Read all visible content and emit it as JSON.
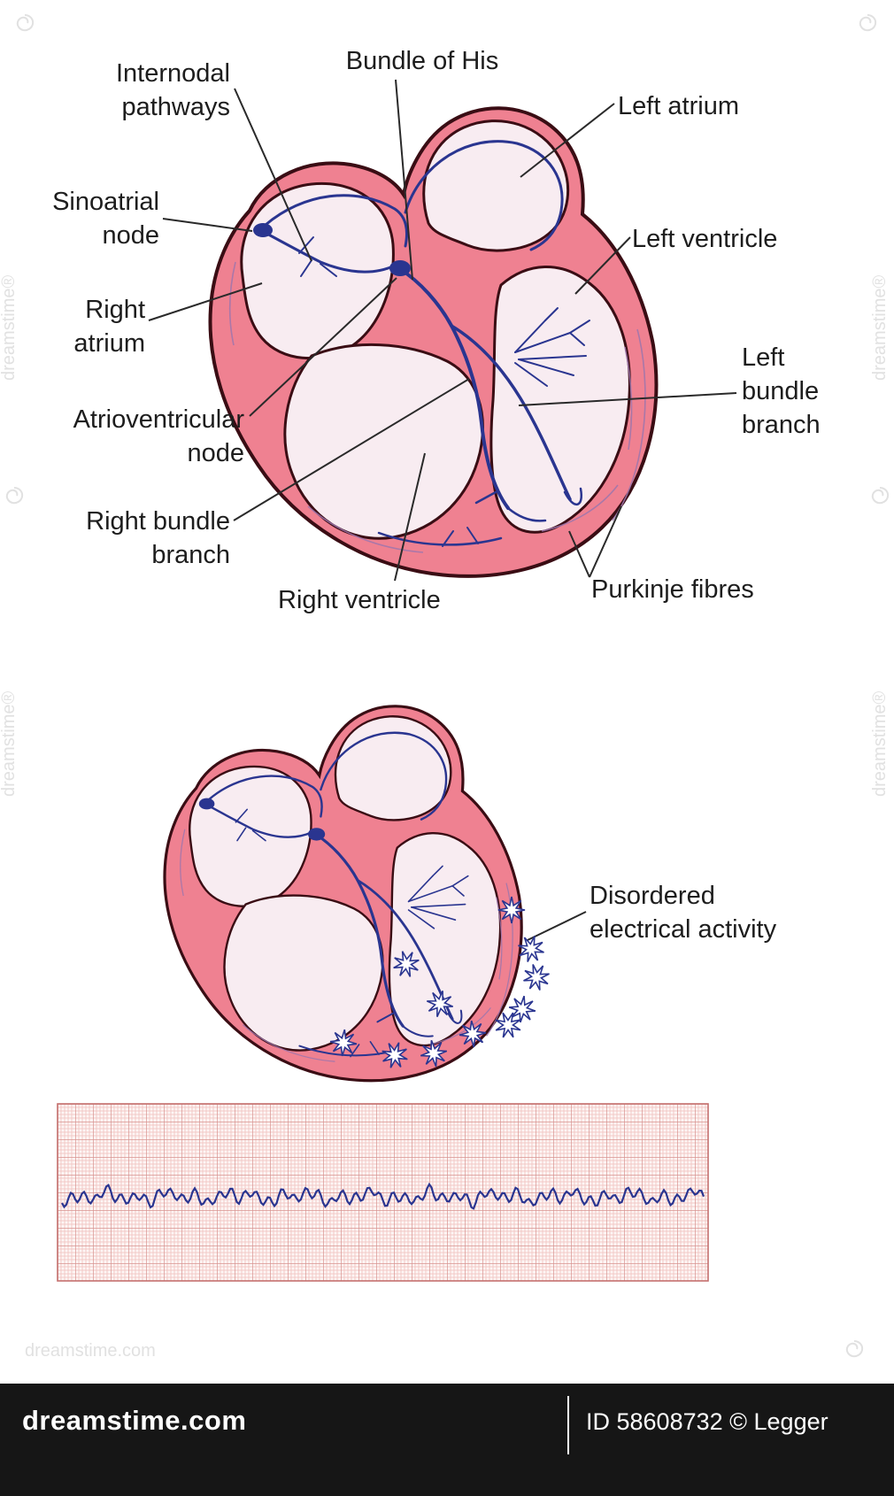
{
  "diagram_top": {
    "description": "Cross-section of the heart showing the normal cardiac conduction system",
    "labels": {
      "internodal_pathways": "Internodal\npathways",
      "bundle_of_his": "Bundle of His",
      "left_atrium": "Left atrium",
      "sinoatrial_node": "Sinoatrial\nnode",
      "left_ventricle": "Left ventricle",
      "right_atrium": "Right\natrium",
      "left_bundle_branch": "Left\nbundle\nbranch",
      "atrioventricular_node": "Atrioventricular\nnode",
      "right_bundle_branch": "Right bundle\nbranch",
      "right_ventricle": "Right ventricle",
      "purkinje_fibres": "Purkinje fibres"
    }
  },
  "diagram_bottom": {
    "description": "Smaller heart with starburst symbols marking fibrillation",
    "labels": {
      "disordered_electrical_activity": "Disordered\nelectrical activity"
    }
  },
  "ecg": {
    "type": "ecg-trace",
    "pattern": "irregular atrial fibrillation waveform on red graph paper"
  },
  "footer": {
    "brand": "dreamstime.com",
    "image_id": "ID 58608732 © Legger"
  },
  "watermark": {
    "text": "dreamstime®",
    "site": "dreamstime.com"
  },
  "colors": {
    "background": "#ffffff",
    "heart_wall": "#ef8191",
    "heart_chamber": "#f8ecf1",
    "heart_outline": "#3a0d14",
    "conduction_system": "#2a3590",
    "fibre_texture": "#9d76ad",
    "star_fill": "#ffffff",
    "label_text": "#1d1d1d",
    "leader_line": "#2a2a2a",
    "ecg_trace": "#2a3590",
    "ecg_grid_minor": "#f2c9c7",
    "ecg_grid_major": "#d89390",
    "ecg_border": "#c4706e",
    "footer_background": "#161616",
    "footer_text": "#ffffff",
    "watermark_gray": "#c8c8c8"
  }
}
